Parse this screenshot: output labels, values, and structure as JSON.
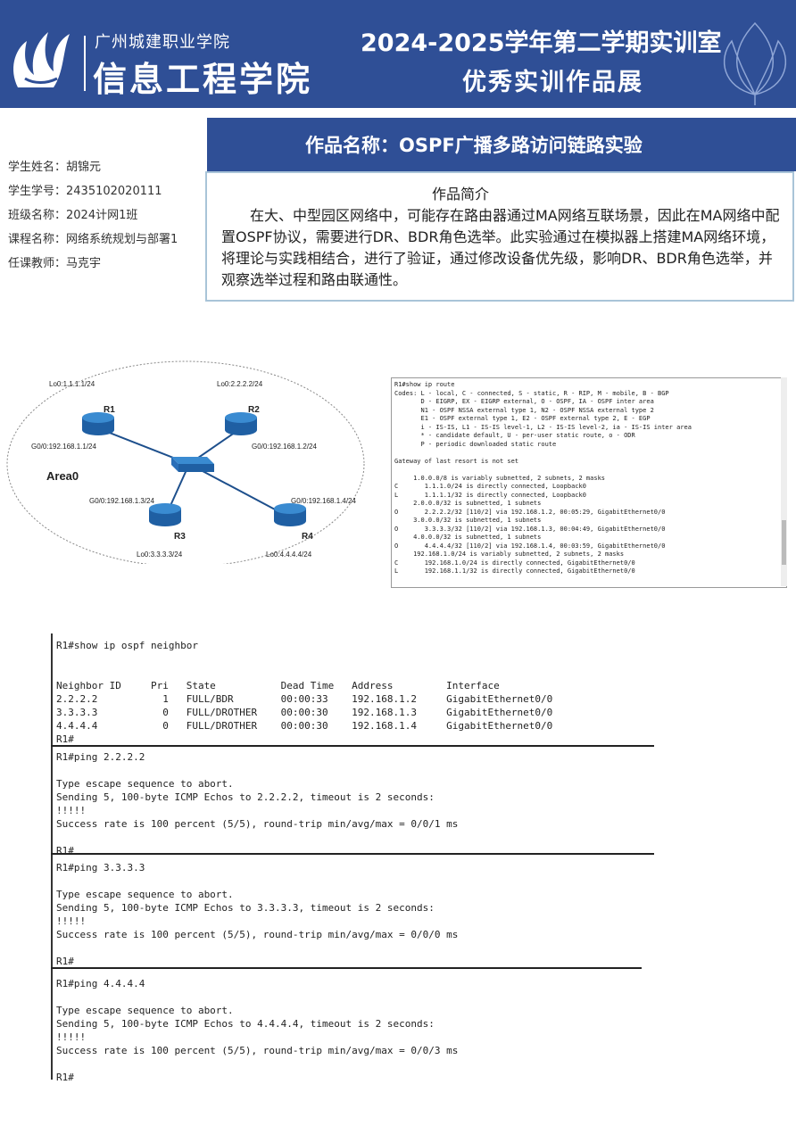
{
  "header": {
    "school": "广州城建职业学院",
    "college": "信息工程学院",
    "term": "2024-2025学年第二学期实训室",
    "exhibit": "优秀实训作品展",
    "colors": {
      "brand": "#2f4f96",
      "border": "#a9c4d8"
    }
  },
  "student": {
    "name": "学生姓名：胡锦元",
    "id": "学生学号：2435102020111",
    "class": "班级名称：2024计网1班",
    "course": "课程名称：网络系统规划与部署1",
    "teacher": "任课教师：马克宇"
  },
  "work": {
    "title": "作品名称：OSPF广播多路访问链路实验",
    "intro_heading": "作品简介",
    "intro_body": "在大、中型园区网络中，可能存在路由器通过MA网络互联场景，因此在MA网络中配置OSPF协议，需要进行DR、BDR角色选举。此实验通过在模拟器上搭建MA网络环境，将理论与实践相结合，进行了验证，通过修改设备优先级，影响DR、BDR角色选举，并观察选举过程和路由联通性。"
  },
  "topology": {
    "area": "Area0",
    "routers": [
      {
        "name": "R1",
        "lo": "Lo0:1.1.1.1/24",
        "g": "G0/0:192.168.1.1/24"
      },
      {
        "name": "R2",
        "lo": "Lo0:2.2.2.2/24",
        "g": "G0/0:192.168.1.2/24"
      },
      {
        "name": "R3",
        "lo": "Lo0:3.3.3.3/24",
        "g": "G0/0:192.168.1.3/24"
      },
      {
        "name": "R4",
        "lo": "Lo0:4.4.4.4/24",
        "g": "G0/0:192.168.1.4/24"
      }
    ]
  },
  "route_table": "R1#show ip route\nCodes: L - local, C - connected, S - static, R - RIP, M - mobile, B - BGP\n       D - EIGRP, EX - EIGRP external, O - OSPF, IA - OSPF inter area\n       N1 - OSPF NSSA external type 1, N2 - OSPF NSSA external type 2\n       E1 - OSPF external type 1, E2 - OSPF external type 2, E - EGP\n       i - IS-IS, L1 - IS-IS level-1, L2 - IS-IS level-2, ia - IS-IS inter area\n       * - candidate default, U - per-user static route, o - ODR\n       P - periodic downloaded static route\n\nGateway of last resort is not set\n\n     1.0.0.0/8 is variably subnetted, 2 subnets, 2 masks\nC       1.1.1.0/24 is directly connected, Loopback0\nL       1.1.1.1/32 is directly connected, Loopback0\n     2.0.0.0/32 is subnetted, 1 subnets\nO       2.2.2.2/32 [110/2] via 192.168.1.2, 00:05:29, GigabitEthernet0/0\n     3.0.0.0/32 is subnetted, 1 subnets\nO       3.3.3.3/32 [110/2] via 192.168.1.3, 00:04:49, GigabitEthernet0/0\n     4.0.0.0/32 is subnetted, 1 subnets\nO       4.4.4.4/32 [110/2] via 192.168.1.4, 00:03:59, GigabitEthernet0/0\n     192.168.1.0/24 is variably subnetted, 2 subnets, 2 masks\nC       192.168.1.0/24 is directly connected, GigabitEthernet0/0\nL       192.168.1.1/32 is directly connected, GigabitEthernet0/0",
  "neighbor_output": "R1#show ip ospf neighbor\n\n\nNeighbor ID     Pri   State           Dead Time   Address         Interface\n2.2.2.2           1   FULL/BDR        00:00:33    192.168.1.2     GigabitEthernet0/0\n3.3.3.3           0   FULL/DROTHER    00:00:30    192.168.1.3     GigabitEthernet0/0\n4.4.4.4           0   FULL/DROTHER    00:00:30    192.168.1.4     GigabitEthernet0/0\nR1#",
  "ping_outputs": [
    "R1#ping 2.2.2.2\n\nType escape sequence to abort.\nSending 5, 100-byte ICMP Echos to 2.2.2.2, timeout is 2 seconds:\n!!!!!\nSuccess rate is 100 percent (5/5), round-trip min/avg/max = 0/0/1 ms\n\nR1#",
    "R1#ping 3.3.3.3\n\nType escape sequence to abort.\nSending 5, 100-byte ICMP Echos to 3.3.3.3, timeout is 2 seconds:\n!!!!!\nSuccess rate is 100 percent (5/5), round-trip min/avg/max = 0/0/0 ms\n\nR1#",
    "R1#ping 4.4.4.4\n\nType escape sequence to abort.\nSending 5, 100-byte ICMP Echos to 4.4.4.4, timeout is 2 seconds:\n!!!!!\nSuccess rate is 100 percent (5/5), round-trip min/avg/max = 0/0/3 ms\n\nR1#"
  ]
}
